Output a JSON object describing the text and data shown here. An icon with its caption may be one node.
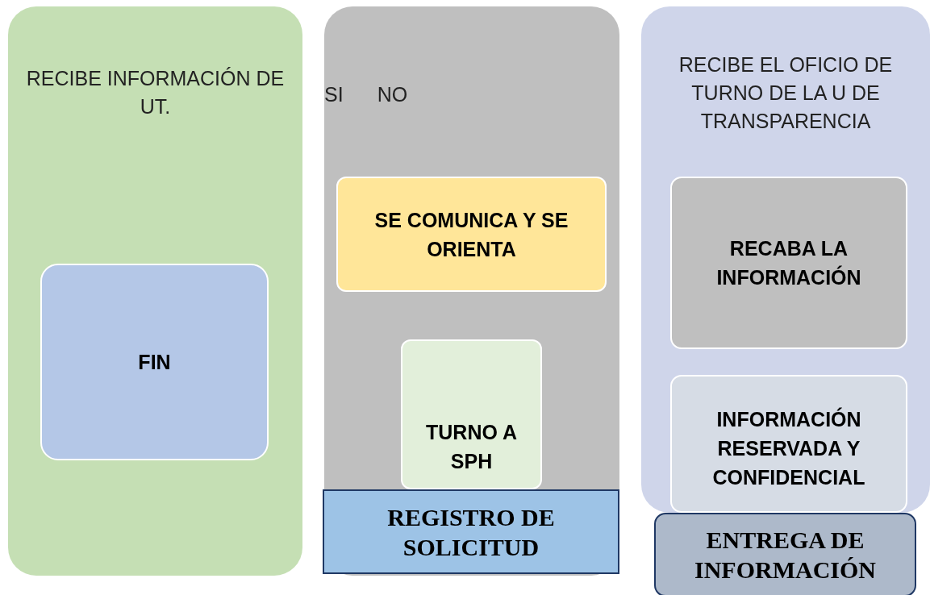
{
  "diagram": {
    "nodes": [
      {
        "text": [
          "RECIBE INFORMACIÓN DE UT."
        ]
      },
      {
        "text": [
          "FIN"
        ],
        "in": 0
      },
      {
        "text": [
          "SI",
          "NO"
        ]
      },
      {
        "text": [
          "SE COMUNICA Y SE ORIENTA"
        ],
        "in": 2
      },
      {
        "text": [
          "TURNO A SPH"
        ],
        "in": 2
      },
      {
        "text": [
          "REGISTRO DE SOLICITUD"
        ],
        "in": 2
      },
      {
        "text": [
          "RECIBE EL OFICIO DE TURNO DE LA U DE TRANSPARENCIA"
        ]
      },
      {
        "text": [
          "RECABA LA INFORMACIÓN"
        ],
        "in": 6
      },
      {
        "text": [
          "INFORMACIÓN RESERVADA Y CONFIDENCIAL"
        ],
        "in": 6
      },
      {
        "text": [
          "ENTREGA DE INFORMACIÓN"
        ]
      }
    ]
  }
}
